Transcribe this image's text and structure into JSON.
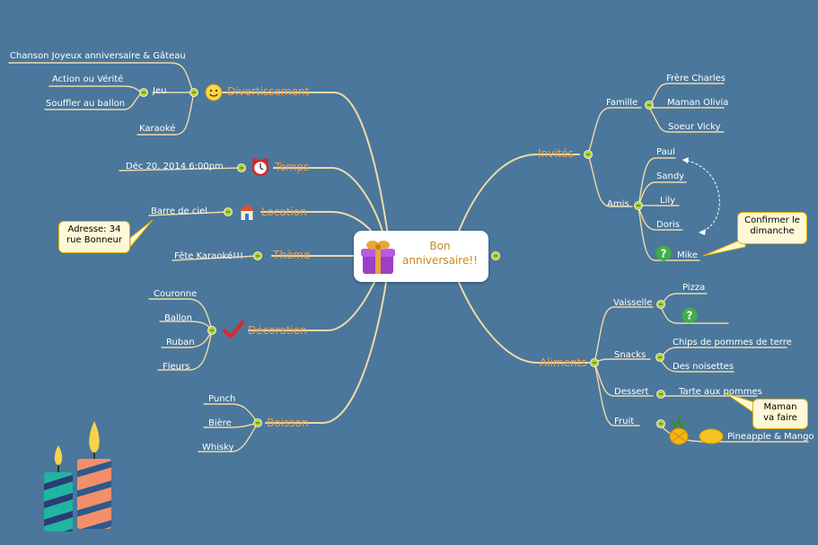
{
  "center": {
    "title": "Bon anniversaire!!"
  },
  "left": {
    "divertissement": {
      "label": "Divertissement",
      "icon": "smiley-icon",
      "chanson": "Chanson Joyeux anniversaire & Gâteau",
      "jeu": "Jeu",
      "action": "Action ou Vérité",
      "souffler": "Souffler au ballon",
      "karaoke": "Karaoké"
    },
    "temps": {
      "label": "Temps",
      "icon": "alarm-clock-icon",
      "date": "Déc 20, 2014   6:00pm"
    },
    "location": {
      "label": "Location",
      "icon": "house-icon",
      "barre": "Barre de ciel",
      "note": [
        "Adresse: 34",
        "rue Bonneur"
      ]
    },
    "theme": {
      "label": "Thème",
      "fete": "Fête Karaoké!!!"
    },
    "decoration": {
      "label": "Décoration",
      "icon": "checkmark-icon",
      "items": [
        "Couronne",
        "Ballon",
        "Ruban",
        "Fleurs"
      ]
    },
    "boisson": {
      "label": "Boisson",
      "items": [
        "Punch",
        "Bière",
        "Whisky"
      ]
    }
  },
  "right": {
    "invites": {
      "label": "Invités",
      "famille": "Famille",
      "famille_items": [
        "Frère Charles",
        "Maman Olivia",
        "Soeur Vicky"
      ],
      "amis": "Amis",
      "amis_items": [
        "Paul",
        "Sandy",
        "Lily",
        "Doris",
        "Mike"
      ],
      "note": [
        "Confirmer le",
        "dimanche"
      ]
    },
    "aliments": {
      "label": "Aliments",
      "vaisselle": "Vaisselle",
      "pizza": "Pizza",
      "snacks": "Snacks",
      "chips": "Chips de pommes de terre",
      "noisettes": "Des noisettes",
      "dessert": "Dessert",
      "tarte": "Tarte aux pommes",
      "dessert_note": [
        "Maman",
        "va faire"
      ],
      "fruit": "Fruit",
      "pineapple": "Pineapple & Mango"
    }
  },
  "colors": {
    "background": "#4a779b",
    "branch": "#f0d9a8",
    "main_label": "#f0a04b",
    "collapse": "#b5d334",
    "callout": "#fff8d6"
  }
}
